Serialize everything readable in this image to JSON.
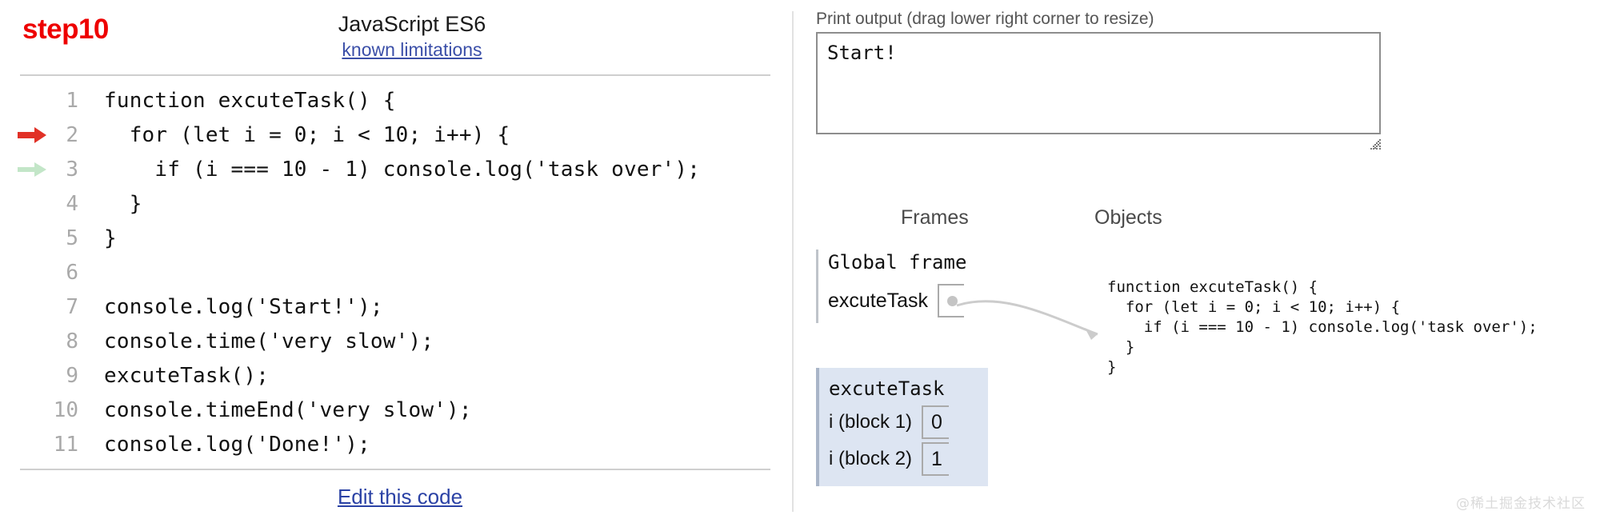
{
  "header": {
    "step_label": "step10",
    "language": "JavaScript ES6",
    "limitations_link": "known limitations",
    "step_color": "#ee0000",
    "link_color": "#3b4fa8"
  },
  "code": {
    "lines": [
      {
        "no": "1",
        "text": "function excuteTask() {",
        "arrow": "none"
      },
      {
        "no": "2",
        "text": "  for (let i = 0; i < 10; i++) {",
        "arrow": "red"
      },
      {
        "no": "3",
        "text": "    if (i === 10 - 1) console.log('task over');",
        "arrow": "green"
      },
      {
        "no": "4",
        "text": "  }",
        "arrow": "none"
      },
      {
        "no": "5",
        "text": "}",
        "arrow": "none"
      },
      {
        "no": "6",
        "text": "",
        "arrow": "none"
      },
      {
        "no": "7",
        "text": "console.log('Start!');",
        "arrow": "none"
      },
      {
        "no": "8",
        "text": "console.time('very slow');",
        "arrow": "none"
      },
      {
        "no": "9",
        "text": "excuteTask();",
        "arrow": "none"
      },
      {
        "no": "10",
        "text": "console.timeEnd('very slow');",
        "arrow": "none"
      },
      {
        "no": "11",
        "text": "console.log('Done!');",
        "arrow": "none"
      }
    ],
    "edit_link": "Edit this code",
    "next_line_arrow_color": "#e13127",
    "just_executed_arrow_color": "#c3e6c8"
  },
  "output": {
    "label": "Print output (drag lower right corner to resize)",
    "text": "Start!",
    "resize_handle": "resize-grip-icon"
  },
  "viz": {
    "frames_heading": "Frames",
    "objects_heading": "Objects",
    "global_frame": {
      "title": "Global frame",
      "vars": [
        {
          "name": "excuteTask",
          "value": "pointer"
        }
      ]
    },
    "call_frames": [
      {
        "title": "excuteTask",
        "vars": [
          {
            "name": "i (block 1)",
            "value": "0"
          },
          {
            "name": "i (block 2)",
            "value": "1"
          }
        ],
        "bg_color": "#dde5f2"
      }
    ],
    "objects": [
      {
        "code": "function excuteTask() {\n  for (let i = 0; i < 10; i++) {\n    if (i === 10 - 1) console.log('task over');\n  }\n}"
      }
    ]
  },
  "watermark": "@稀土掘金技术社区"
}
